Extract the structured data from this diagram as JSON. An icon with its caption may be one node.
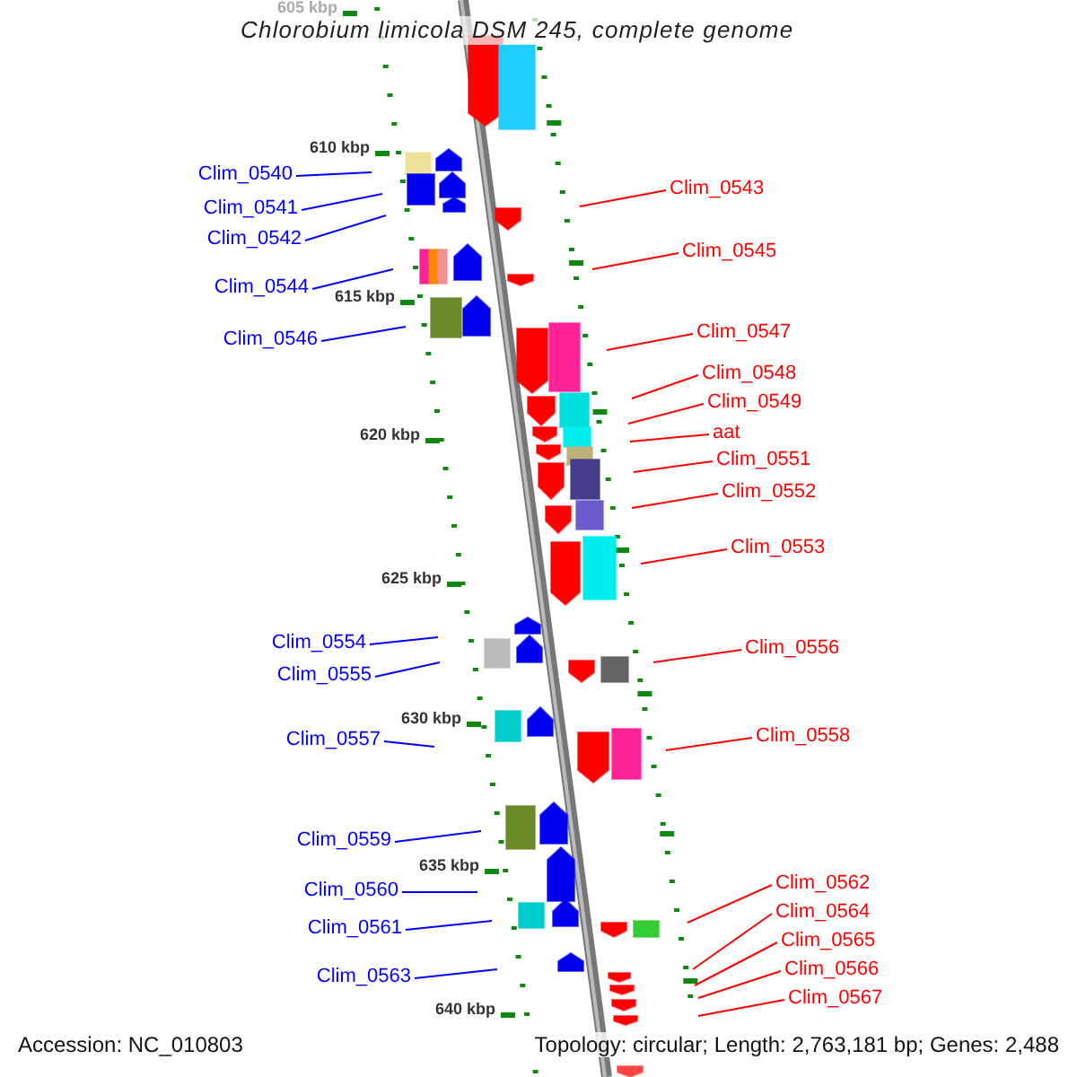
{
  "diagram": {
    "title": "Chlorobium limicola DSM 245, complete genome",
    "nodes": [
      {
        "text": [
          "Clim_0540"
        ]
      },
      {
        "text": [
          "Clim_0541"
        ]
      },
      {
        "text": [
          "Clim_0542"
        ]
      },
      {
        "text": [
          "Clim_0544"
        ]
      },
      {
        "text": [
          "Clim_0546"
        ]
      },
      {
        "text": [
          "Clim_0554"
        ]
      },
      {
        "text": [
          "Clim_0555"
        ]
      },
      {
        "text": [
          "Clim_0557"
        ]
      },
      {
        "text": [
          "Clim_0559"
        ]
      },
      {
        "text": [
          "Clim_0560"
        ]
      },
      {
        "text": [
          "Clim_0561"
        ]
      },
      {
        "text": [
          "Clim_0563"
        ]
      },
      {
        "text": [
          "Clim_0543"
        ]
      },
      {
        "text": [
          "Clim_0545"
        ]
      },
      {
        "text": [
          "Clim_0547"
        ]
      },
      {
        "text": [
          "Clim_0548"
        ]
      },
      {
        "text": [
          "Clim_0549"
        ]
      },
      {
        "text": [
          "aat"
        ]
      },
      {
        "text": [
          "Clim_0551"
        ]
      },
      {
        "text": [
          "Clim_0552"
        ]
      },
      {
        "text": [
          "Clim_0553"
        ]
      },
      {
        "text": [
          "Clim_0556"
        ]
      },
      {
        "text": [
          "Clim_0558"
        ]
      },
      {
        "text": [
          "Clim_0562"
        ]
      },
      {
        "text": [
          "Clim_0564"
        ]
      },
      {
        "text": [
          "Clim_0565"
        ]
      },
      {
        "text": [
          "Clim_0566"
        ]
      },
      {
        "text": [
          "Clim_0567"
        ]
      }
    ],
    "edges": [
      {
        "from": 0,
        "to": null,
        "arrow": "none",
        "color": "#0000ff"
      },
      {
        "from": 1,
        "to": null,
        "arrow": "none",
        "color": "#0000ff"
      },
      {
        "from": 2,
        "to": null,
        "arrow": "none",
        "color": "#0000ff"
      },
      {
        "from": 3,
        "to": null,
        "arrow": "none",
        "color": "#0000ff"
      },
      {
        "from": 4,
        "to": null,
        "arrow": "none",
        "color": "#0000ff"
      },
      {
        "from": 5,
        "to": null,
        "arrow": "none",
        "color": "#0000ff"
      },
      {
        "from": 6,
        "to": null,
        "arrow": "none",
        "color": "#0000ff"
      },
      {
        "from": 7,
        "to": null,
        "arrow": "none",
        "color": "#0000ff"
      },
      {
        "from": 8,
        "to": null,
        "arrow": "none",
        "color": "#0000ff"
      },
      {
        "from": 9,
        "to": null,
        "arrow": "none",
        "color": "#0000ff"
      },
      {
        "from": 10,
        "to": null,
        "arrow": "none",
        "color": "#0000ff"
      },
      {
        "from": 11,
        "to": null,
        "arrow": "none",
        "color": "#0000ff"
      },
      {
        "from": 12,
        "to": null,
        "arrow": "none"
      },
      {
        "from": 13,
        "to": null,
        "arrow": "none"
      },
      {
        "from": 14,
        "to": null,
        "arrow": "none"
      },
      {
        "from": 15,
        "to": null,
        "arrow": "none"
      },
      {
        "from": 16,
        "to": null,
        "arrow": "none"
      },
      {
        "from": 17,
        "to": null,
        "arrow": "none"
      },
      {
        "from": 18,
        "to": null,
        "arrow": "none"
      },
      {
        "from": 19,
        "to": null,
        "arrow": "none"
      },
      {
        "from": 20,
        "to": null,
        "arrow": "none"
      },
      {
        "from": 21,
        "to": null,
        "arrow": "none"
      },
      {
        "from": 22,
        "to": null,
        "arrow": "none"
      },
      {
        "from": 23,
        "to": null,
        "arrow": "none"
      },
      {
        "from": 24,
        "to": null,
        "arrow": "none"
      },
      {
        "from": 25,
        "to": null,
        "arrow": "none"
      },
      {
        "from": 26,
        "to": null,
        "arrow": "none"
      },
      {
        "from": 27,
        "to": null,
        "arrow": "none"
      }
    ],
    "labels": [
      "605 kbp",
      "610 kbp",
      "615 kbp",
      "620 kbp",
      "625 kbp",
      "630 kbp",
      "635 kbp",
      "640 kbp",
      "Accession: NC_010803",
      "Topology: circular; Length: 2,763,181 bp; Genes: 2,488"
    ]
  }
}
